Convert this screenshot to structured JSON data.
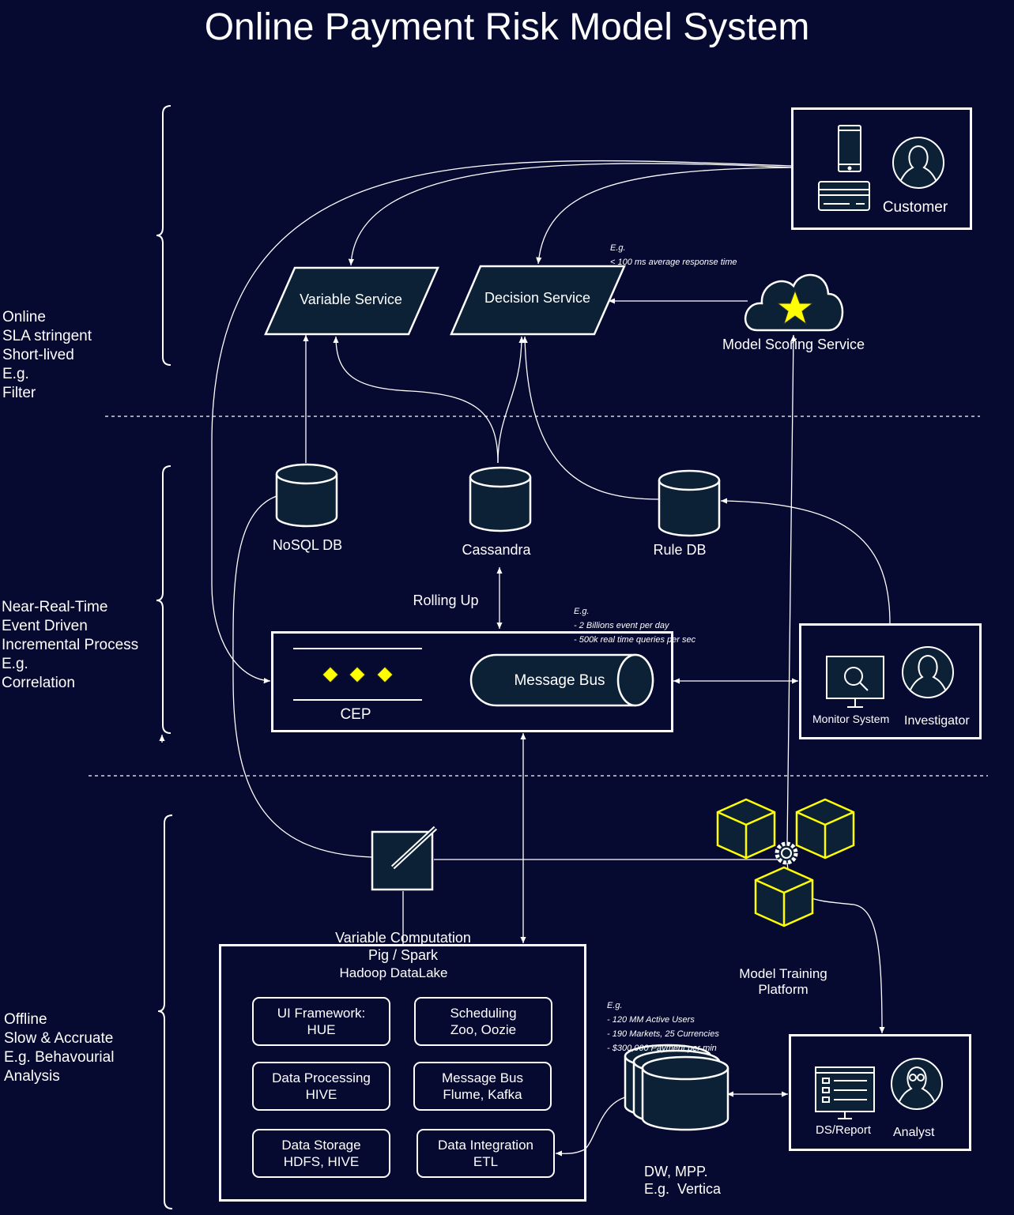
{
  "title": "Online Payment Risk Model System",
  "tiers": {
    "online": [
      "Online",
      "SLA stringent",
      "Short-lived",
      "E.g.",
      "Filter"
    ],
    "near_real_time": [
      "Near-Real-Time",
      "Event Driven",
      "Incremental Process",
      "E.g.",
      "Correlation"
    ],
    "offline": [
      "Offline",
      "Slow & Accruate",
      "E.g. Behavourial",
      "Analysis"
    ]
  },
  "services": {
    "variable": "Variable Service",
    "decision": "Decision Service",
    "model_scoring": "Model Scoring Service"
  },
  "customer": {
    "label": "Customer"
  },
  "notes": {
    "online": [
      "E.g.",
      "< 100 ms average response time"
    ],
    "nrt": [
      "E.g.",
      "- 2 Billions event per day",
      "- 500k real time queries per sec"
    ],
    "offline": [
      "E.g.",
      "- 120 MM Active Users",
      "- 190 Markets, 25 Currencies",
      "- $300,000 Payment per min"
    ]
  },
  "datastores": {
    "nosql": "NoSQL DB",
    "cassandra": "Cassandra",
    "rule_db": "Rule DB"
  },
  "rolling_up": "Rolling Up",
  "cep": {
    "label": "CEP",
    "message_bus": "Message Bus"
  },
  "monitoring": {
    "monitor_system": "Monitor System",
    "investigator": "Investigator"
  },
  "variable_computation": [
    "Variable Computation",
    "Pig / Spark"
  ],
  "model_training": [
    "Model Training",
    "Platform"
  ],
  "hadoop": {
    "title": "Hadoop DataLake",
    "components": [
      [
        "UI Framework:",
        "HUE"
      ],
      [
        "Scheduling",
        "Zoo, Oozie"
      ],
      [
        "Data Processing",
        "HIVE"
      ],
      [
        "Message Bus",
        "Flume, Kafka"
      ],
      [
        "Data Storage",
        "HDFS, HIVE"
      ],
      [
        "Data Integration",
        "ETL"
      ]
    ]
  },
  "dw": [
    "DW, MPP.",
    "E.g.  Vertica"
  ],
  "analysis": {
    "ds_report": "DS/Report",
    "analyst": "Analyst"
  },
  "colors": {
    "background": "#060930",
    "node_fill": "#0c2036",
    "accent": "#ffff00",
    "line": "#ffffff"
  },
  "icons": [
    "mobile-phone-icon",
    "credit-card-icon",
    "user-icon",
    "cloud-star-icon",
    "database-icon",
    "diamond-icon",
    "search-monitor-icon",
    "compute-slash-icon",
    "cube-icon",
    "gear-icon",
    "report-screen-icon",
    "analyst-glasses-icon"
  ]
}
